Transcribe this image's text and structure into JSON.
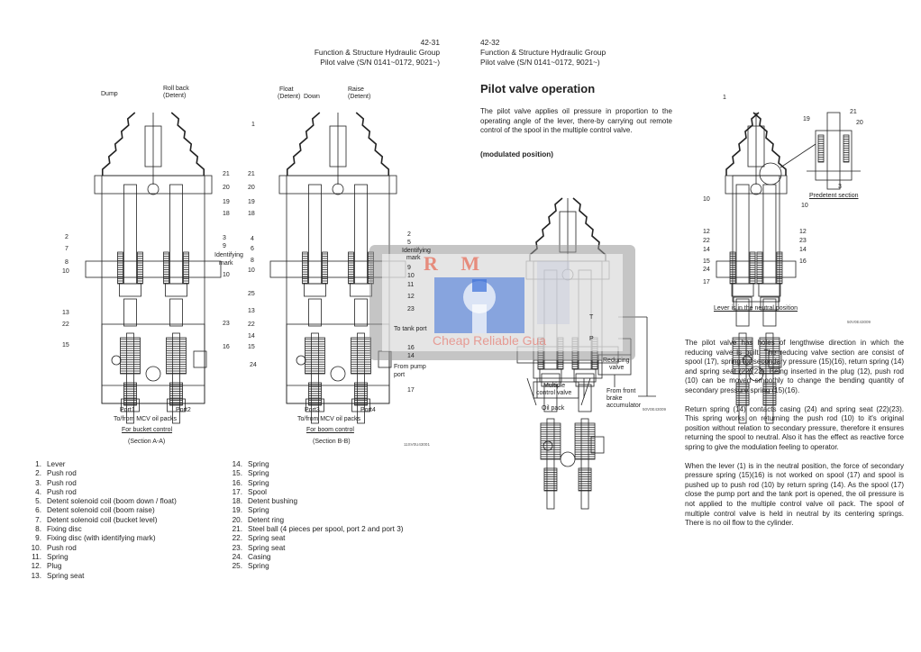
{
  "header_left": {
    "page": "42-31",
    "section": "Function & Structure Hydraulic Group",
    "subject": "Pilot valve (S/N 0141~0172, 9021~)"
  },
  "header_right": {
    "page": "42-32",
    "section": "Function & Structure Hydraulic Group",
    "subject": "Pilot valve (S/N 0141~0172, 9021~)"
  },
  "title": "Pilot valve operation",
  "intro": "The pilot valve applies oil pressure in proportion to the operating angle of the lever, there-by carrying out remote control of the spool in the multiple control valve.",
  "subtitle": "(modulated position)",
  "body": [
    "The pilot valve has holes of lengthwise direction in which the reducing valve is built. The reducing valve section are consist of spool (17), spring for secondary pressure (15)(16), return spring (14) and spring seat (22)(23). Being inserted in the plug (12), push rod (10) can be moved smoothly to change the bending quantity of secondary pressure spring (15)(16).",
    "Return spring (14) contacts casing (24) and spring seat (22)(23). This spring works on returning the push rod (10) to it's original position without relation to secondary pressure, therefore it ensures returning the spool to neutral. Also it has the effect as reactive force spring to give the modulation feeling to operator.",
    "When the lever (1) is in the neutral position, the force of secondary pressure spring (15)(16) is not worked on spool (17) and spool is pushed up to push rod (10) by return spring (14). As the spool (17) close the pump port and the tank port is opened, the oil pressure is not applied to the multiple control valve oil pack. The spool of multiple control valve is held in neutral by its centering springs. There is no oil flow to the cylinder."
  ],
  "parts_col1": [
    {
      "n": "1.",
      "t": "Lever"
    },
    {
      "n": "2.",
      "t": "Push rod"
    },
    {
      "n": "3.",
      "t": "Push rod"
    },
    {
      "n": "4.",
      "t": "Push rod"
    },
    {
      "n": "5.",
      "t": "Detent solenoid coil (boom down / float)"
    },
    {
      "n": "6.",
      "t": "Detent solenoid coil (boom raise)"
    },
    {
      "n": "7.",
      "t": "Detent solenoid coil (bucket level)"
    },
    {
      "n": "8.",
      "t": "Fixing disc"
    },
    {
      "n": "9.",
      "t": "Fixing disc (with identifying mark)"
    },
    {
      "n": "10.",
      "t": "Push rod"
    },
    {
      "n": "11.",
      "t": "Spring"
    },
    {
      "n": "12.",
      "t": "Plug"
    },
    {
      "n": "13.",
      "t": "Spring seat"
    }
  ],
  "parts_col2": [
    {
      "n": "14.",
      "t": "Spring"
    },
    {
      "n": "15.",
      "t": "Spring"
    },
    {
      "n": "16.",
      "t": "Spring"
    },
    {
      "n": "17.",
      "t": "Spool"
    },
    {
      "n": "18.",
      "t": "Detent bushing"
    },
    {
      "n": "19.",
      "t": "Spring"
    },
    {
      "n": "20.",
      "t": "Detent ring"
    },
    {
      "n": "21.",
      "t": "Steel ball (4 pieces per spool, port 2 and port 3)"
    },
    {
      "n": "22.",
      "t": "Spring seat"
    },
    {
      "n": "23.",
      "t": "Spring seat"
    },
    {
      "n": "24.",
      "t": "Casing"
    },
    {
      "n": "25.",
      "t": "Spring"
    }
  ],
  "fig_a": {
    "top": [
      "Dump",
      "Roll back",
      "(Detent)"
    ],
    "left": [
      "2",
      "7",
      "8",
      "10",
      "13",
      "22",
      "15"
    ],
    "right": [
      "21",
      "20",
      "19",
      "18",
      "3",
      "9",
      "Identifying",
      "mark",
      "10",
      "23",
      "16"
    ],
    "port1": "Port1",
    "port2": "Port2",
    "ports_caption": "To/from MCV oil packs",
    "control": "For bucket control",
    "section": "(Section A-A)"
  },
  "fig_b": {
    "top": [
      "Float",
      "(Detent)",
      "Down",
      "Raise",
      "(Detent)",
      "1"
    ],
    "left": [
      "21",
      "20",
      "19",
      "18",
      "4",
      "6",
      "8",
      "10",
      "25",
      "13",
      "22",
      "14",
      "15",
      "24"
    ],
    "right": [
      "2",
      "5",
      "Identifying",
      "mark",
      "9",
      "10",
      "11",
      "12",
      "23",
      "To tank port",
      "16",
      "14",
      "From pump",
      "port",
      "17"
    ],
    "port3": "Port3",
    "port4": "Port4",
    "ports_caption": "To/from MCV oil packs",
    "control": "For boom control",
    "section": "(Section B-B)",
    "code": "11SV0U43001"
  },
  "fig_c": {
    "t": "T",
    "p": "P",
    "reducing": [
      "Reducing",
      "valve"
    ],
    "mcv": [
      "Multiple",
      "control valve"
    ],
    "oil_pack": "Oil pack",
    "accumulator": [
      "From front",
      "brake",
      "accumulator"
    ],
    "code": "50V0E43009"
  },
  "fig_d": {
    "labels": [
      "1",
      "19",
      "21",
      "20",
      "3",
      "10",
      "10",
      "12",
      "12",
      "22",
      "23",
      "14",
      "14",
      "15",
      "16",
      "24",
      "17"
    ],
    "predetent": "Predetent section",
    "caption": "Lever is in the neutral position",
    "code": "50V0E43009"
  },
  "watermark": {
    "brand": "R M",
    "tagline": "Cheap Reliable Gua",
    "colors": {
      "red": "#e66e5a",
      "blue": "#3a6fd8"
    }
  }
}
